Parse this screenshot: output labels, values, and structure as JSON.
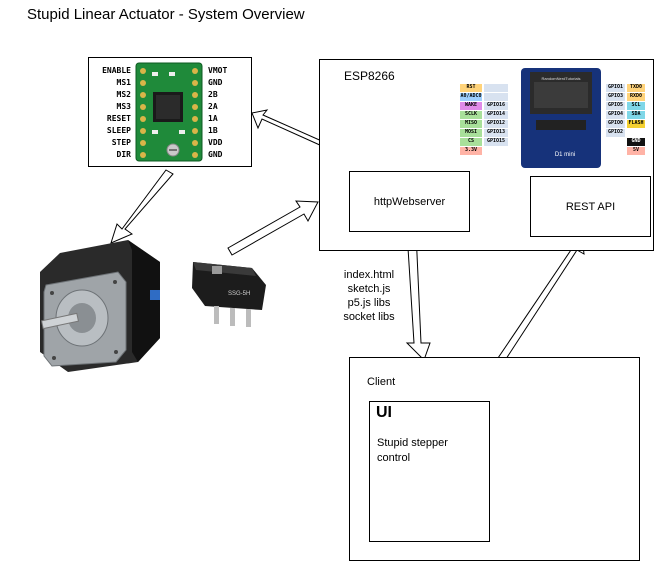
{
  "diagram": {
    "title": "Stupid Linear Actuator - System Overview",
    "driver": {
      "left_pins": [
        "ENABLE",
        "MS1",
        "MS2",
        "MS3",
        "RESET",
        "SLEEP",
        "STEP",
        "DIR"
      ],
      "right_pins": [
        "VMOT",
        "GND",
        "2B",
        "2A",
        "1A",
        "1B",
        "VDD",
        "GND"
      ]
    },
    "esp": {
      "title": "ESP8266",
      "webserver": "httpWebserver",
      "rest": "REST API",
      "module_left_labels": [
        "RST",
        "A0/ADC0",
        "WAKE",
        "SCLK",
        "MISO",
        "MOSI",
        "CS",
        "3.3V"
      ],
      "module_left_gpio": [
        "",
        "",
        "GPIO16",
        "GPIO14",
        "GPIO12",
        "GPIO13",
        "GPIO15",
        ""
      ],
      "module_right_gpio": [
        "GPIO1",
        "GPIO3",
        "GPIO5",
        "GPIO4",
        "GPIO0",
        "GPIO2",
        "",
        ""
      ],
      "module_right_labels": [
        "TXD0",
        "RXD0",
        "SCL",
        "SDA",
        "FLASH",
        "",
        "GND",
        "5V"
      ],
      "module_board_text": "D1 mini",
      "module_header_text": "RandomNerdTutorials"
    },
    "payload": [
      "index.html",
      "sketch.js",
      "p5.js libs",
      "socket libs"
    ],
    "client": {
      "title": "Client",
      "ui_title": "UI",
      "ui_text_1": "Stupid stepper",
      "ui_text_2": "control"
    },
    "switch_label": "SSG-5H"
  }
}
